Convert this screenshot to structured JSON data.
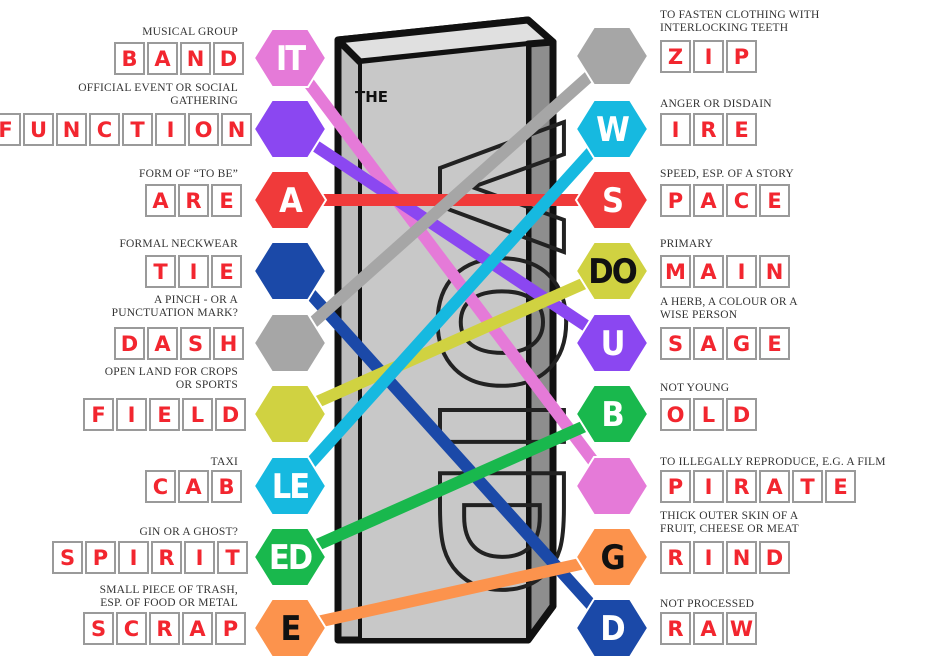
{
  "book": {
    "the": "THE",
    "title": "VOID"
  },
  "colors": {
    "pink": "#e57ad8",
    "purple": "#8b47f1",
    "red": "#f03a3a",
    "navy": "#1b49a8",
    "grey": "#a6a6a6",
    "lime": "#d0d241",
    "cyan": "#16b9e0",
    "green": "#19b84d",
    "orange": "#fc934d",
    "tile_letter": "#f2262f"
  },
  "left_items": [
    {
      "clue": [
        "MUSICAL GROUP"
      ],
      "word": "BAND",
      "hex_label": "IT",
      "hex_color": "pink",
      "link_to": 6
    },
    {
      "clue": [
        "OFFICIAL EVENT OR SOCIAL",
        "GATHERING"
      ],
      "word": "FUNCTION",
      "hex_label": "",
      "hex_color": "purple",
      "link_to": 4
    },
    {
      "clue": [
        "FORM OF “TO BE”"
      ],
      "word": "ARE",
      "hex_label": "A",
      "hex_color": "red",
      "link_to": 2
    },
    {
      "clue": [
        "FORMAL NECKWEAR"
      ],
      "word": "TIE",
      "hex_label": "",
      "hex_color": "navy",
      "link_to": 8
    },
    {
      "clue": [
        "A PINCH - OR A",
        "PUNCTUATION MARK?"
      ],
      "word": "DASH",
      "hex_label": "",
      "hex_color": "grey",
      "link_to": 0
    },
    {
      "clue": [
        "OPEN LAND FOR CROPS",
        "OR SPORTS"
      ],
      "word": "FIELD",
      "hex_label": "",
      "hex_color": "lime",
      "link_to": 3
    },
    {
      "clue": [
        "TAXI"
      ],
      "word": "CAB",
      "hex_label": "LE",
      "hex_color": "cyan",
      "link_to": 1
    },
    {
      "clue": [
        "GIN OR A GHOST?"
      ],
      "word": "SPIRIT",
      "hex_label": "ED",
      "hex_color": "green",
      "link_to": 5
    },
    {
      "clue": [
        "SMALL PIECE OF TRASH,",
        "ESP. OF FOOD OR METAL"
      ],
      "word": "SCRAP",
      "hex_label": "E",
      "hex_color": "orange",
      "link_to": 7
    }
  ],
  "right_items": [
    {
      "clue": [
        "TO FASTEN CLOTHING WITH",
        "INTERLOCKING  TEETH"
      ],
      "word": "ZIP",
      "hex_label": "",
      "hex_color": "grey"
    },
    {
      "clue": [
        "ANGER OR DISDAIN"
      ],
      "word": "IRE",
      "hex_label": "W",
      "hex_color": "cyan"
    },
    {
      "clue": [
        "SPEED, ESP. OF A STORY"
      ],
      "word": "PACE",
      "hex_label": "S",
      "hex_color": "red"
    },
    {
      "clue": [
        "PRIMARY"
      ],
      "word": "MAIN",
      "hex_label": "DO",
      "hex_color": "lime"
    },
    {
      "clue": [
        "A HERB, A COLOUR OR A",
        "WISE PERSON"
      ],
      "word": "SAGE",
      "hex_label": "U",
      "hex_color": "purple"
    },
    {
      "clue": [
        "NOT YOUNG"
      ],
      "word": "OLD",
      "hex_label": "B",
      "hex_color": "green"
    },
    {
      "clue": [
        "TO ILLEGALLY REPRODUCE, E.G. A FILM"
      ],
      "word": "PIRATE",
      "hex_label": "",
      "hex_color": "pink"
    },
    {
      "clue": [
        "THICK OUTER SKIN OF A",
        "FRUIT, CHEESE OR MEAT"
      ],
      "word": "RIND",
      "hex_label": "G",
      "hex_color": "orange"
    },
    {
      "clue": [
        "NOT PROCESSED"
      ],
      "word": "RAW",
      "hex_label": "D",
      "hex_color": "navy"
    }
  ]
}
